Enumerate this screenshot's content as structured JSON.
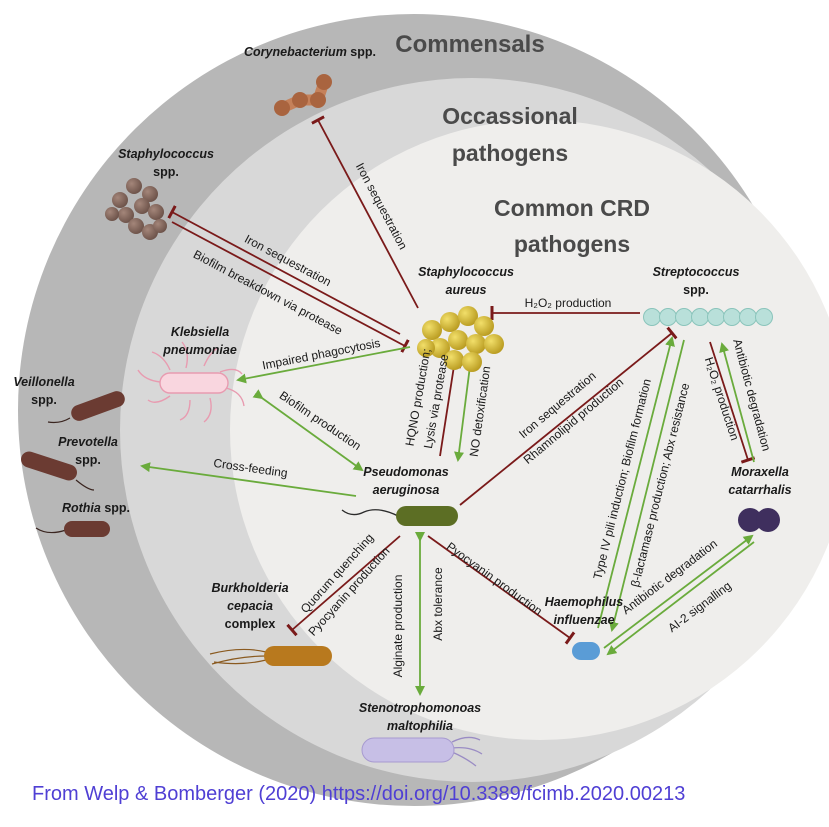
{
  "zones": {
    "commensals": "Commensals",
    "occasional_1": "Occassional",
    "occasional_2": "pathogens",
    "crd_1": "Common CRD",
    "crd_2": "pathogens"
  },
  "organisms": {
    "corynebacterium": {
      "name": "Corynebacterium",
      "suffix": " spp."
    },
    "staphylococcus_1": "Staphylococcus",
    "staphylococcus_2": "spp.",
    "staph_aureus_1": "Staphylococcus",
    "staph_aureus_2": "aureus",
    "strep_1": "Streptococcus",
    "strep_2": "spp.",
    "klebsiella_1": "Klebsiella",
    "klebsiella_2": "pneumoniae",
    "veillonella_1": "Veillonella",
    "veillonella_2": "spp.",
    "prevotella_1": "Prevotella",
    "prevotella_2": "spp.",
    "rothia": {
      "name": "Rothia",
      "suffix": " spp."
    },
    "pseudomonas_1": "Pseudomonas",
    "pseudomonas_2": "aeruginosa",
    "moraxella_1": "Moraxella",
    "moraxella_2": "catarrhalis",
    "burkholderia_1": "Burkholderia",
    "burkholderia_2": "cepacia",
    "burkholderia_3": "complex",
    "haemophilus_1": "Haemophilus",
    "haemophilus_2": "influenzae",
    "steno_1": "Stenotrophomonoas",
    "steno_2": "maltophilia"
  },
  "interactions": {
    "iron_coryne": "Iron sequestration",
    "iron_staph": "Iron sequestration",
    "biofilm_breakdown": "Biofilm breakdown via protease",
    "h2o2_strep_sa": "H₂O₂ production",
    "impaired_phago": "Impaired phagocytosis",
    "biofilm_prod": "Biofilm production",
    "hqno": "HQNO production;",
    "lysis": "Lysis via protease",
    "no_detox": "NO detoxification",
    "cross_feeding": "Cross-feeding",
    "iron_rhamno_1": "Iron sequestration",
    "iron_rhamno_2": "Rhamnolipid production",
    "type4": "Type IV pili induction; Biofilm formation",
    "blactamase": "β-lactamase production; Abx resistance",
    "h2o2_mora": "H₂O₂ production",
    "abx_degr_mora": "Antibiotic degradation",
    "quorum": "Quorum quenching",
    "pyo_burk": "Pyocyanin production",
    "alginate": "Alginate production",
    "abx_tol": "Abx tolerance",
    "pyo_haem": "Pyocyanin production",
    "abx_degr_haem": "Antibiotic degradation",
    "ai2": "AI-2 signalling"
  },
  "colors": {
    "outer_zone": "#b7b7b7",
    "middle_zone": "#d8d8d8",
    "inner_zone": "#efeeec",
    "inhibit": "#7a1a1a",
    "promote": "#6aab3c",
    "citation": "#4f3fd4"
  },
  "citation": "From  Welp & Bomberger (2020) https://doi.org/10.3389/fcimb.2020.00213"
}
